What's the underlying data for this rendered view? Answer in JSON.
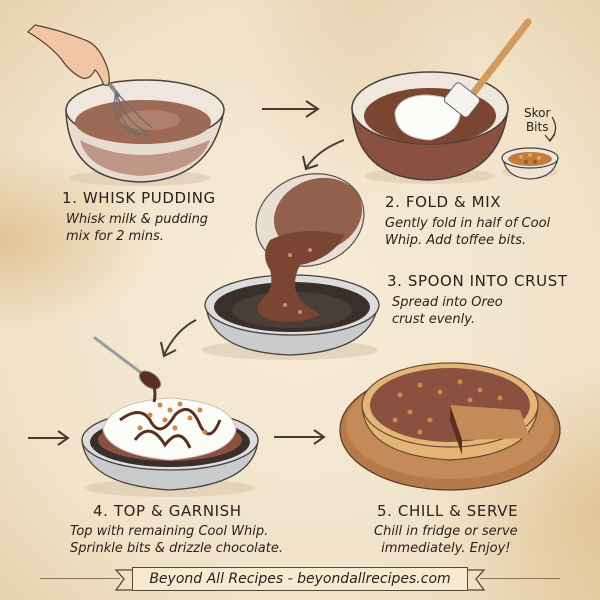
{
  "steps": [
    {
      "number": "1.",
      "title": "1. WHISK PUDDING",
      "description": "Whisk milk & pudding\nmix for 2 mins."
    },
    {
      "number": "2.",
      "title": "2. FOLD & MIX",
      "description": "Gently fold in half of Cool\nWhip. Add toffee bits."
    },
    {
      "number": "3.",
      "title": "3. SPOON INTO CRUST",
      "description": "Spread into Oreo\ncrust evenly."
    },
    {
      "number": "4.",
      "title": "4. TOP & GARNISH",
      "description": "Top with remaining Cool Whip.\nSprinkle bits & drizzle chocolate."
    },
    {
      "number": "5.",
      "title": "5. CHILL & SERVE",
      "description": "Chill in fridge or serve\nimmediately. Enjoy!"
    }
  ],
  "annotations": {
    "skor_bits": "Skor\nBits"
  },
  "footer": {
    "banner_text": "Beyond All Recipes - beyondallrecipes.com"
  },
  "colors": {
    "paper": "#f4e6cf",
    "ink": "#2a211b",
    "chocolate": "#7a4631",
    "whipped_cream": "#fbfbf8",
    "toffee": "#c98a4a",
    "wood": "#b57a4a",
    "crust_dark": "#3a302b",
    "tin": "#c9cbcc"
  }
}
